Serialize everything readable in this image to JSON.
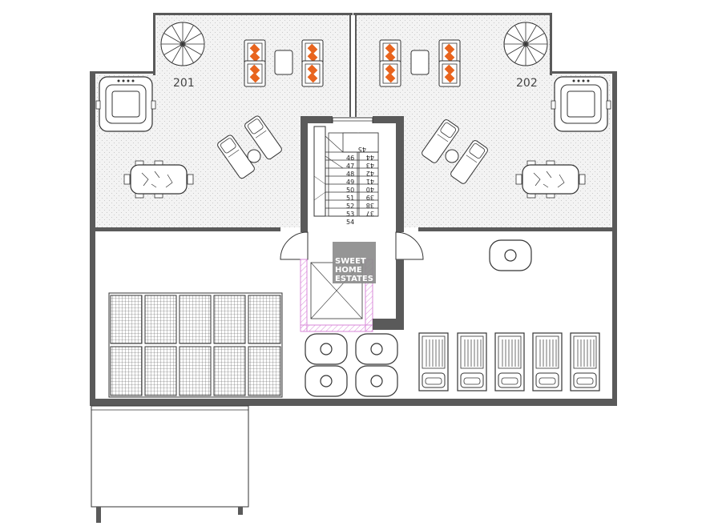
{
  "units": [
    {
      "label": "201"
    },
    {
      "label": "202"
    }
  ],
  "stairs": {
    "left_steps": [
      "46",
      "47",
      "48",
      "49",
      "50",
      "51",
      "52",
      "53",
      "54"
    ],
    "right_steps": [
      "45",
      "44",
      "43",
      "42",
      "41",
      "40",
      "39",
      "38",
      "37"
    ]
  },
  "logo": {
    "line1": "SWEET",
    "line2": "HOME",
    "line3": "ESTATES"
  },
  "colors": {
    "wall": "#5a5a5a",
    "accent_orange": "#e8641e",
    "elevator_pink": "#d98ad9",
    "logo_bg": "#8a8a8a"
  }
}
